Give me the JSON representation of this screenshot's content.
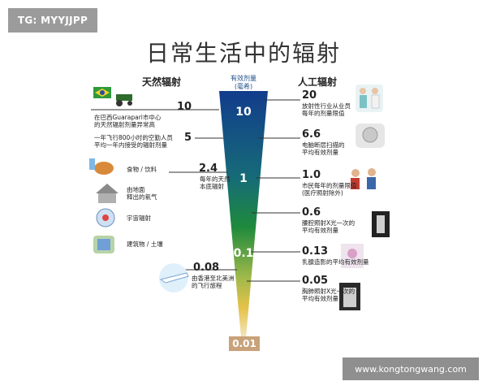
{
  "watermark_top": "TG: MYYJJPP",
  "watermark_bottom": "www.kongtongwang.com",
  "title": "日常生活中的辐射",
  "section_left": "天然辐射",
  "section_right": "人工辐射",
  "unit_label": "有效剂量",
  "unit_sub": "(毫希)",
  "funnel_marks": [
    "10",
    "1",
    "0.1",
    "0.01"
  ],
  "left_items": [
    {
      "value": "10",
      "text1": "在巴西Guarapari市中心",
      "text2": "的天然辐射剂量异常高"
    },
    {
      "value": "5",
      "text1": "一年飞行800小时的空勤人员",
      "text2": "平均一年内接受的辐射剂量"
    },
    {
      "value": "2.4",
      "text1": "每年的天然",
      "text2": "本底辐射"
    },
    {
      "value": "0.08",
      "text1": "由香港至北美洲",
      "text2": "的飞行旅程"
    }
  ],
  "left_sources": [
    {
      "label": "食物 / 饮料"
    },
    {
      "label1": "由地面",
      "label2": "释出的氡气"
    },
    {
      "label": "宇宙辐射"
    },
    {
      "label": "建筑物 / 土壤"
    }
  ],
  "right_items": [
    {
      "value": "20",
      "text1": "放射性行业从业员",
      "text2": "每年的剂量限值"
    },
    {
      "value": "6.6",
      "text1": "电脑断层扫描的",
      "text2": "平均有效剂量"
    },
    {
      "value": "1.0",
      "text1": "市民每年的剂量限值",
      "text2": "(医疗照射除外)"
    },
    {
      "value": "0.6",
      "text1": "腰腔照射X光一次的",
      "text2": "平均有效剂量"
    },
    {
      "value": "0.13",
      "text1": "乳腺造影的平均有效剂量",
      "text2": ""
    },
    {
      "value": "0.05",
      "text1": "胸肺照射X光一次的",
      "text2": "平均有效剂量"
    }
  ],
  "colors": {
    "funnel_top": "#123c8c",
    "funnel_mid": "#1e8a3c",
    "funnel_low": "#e6c24a",
    "funnel_tip": "#f3e6c2",
    "accent_blue": "#1f4f8a"
  }
}
